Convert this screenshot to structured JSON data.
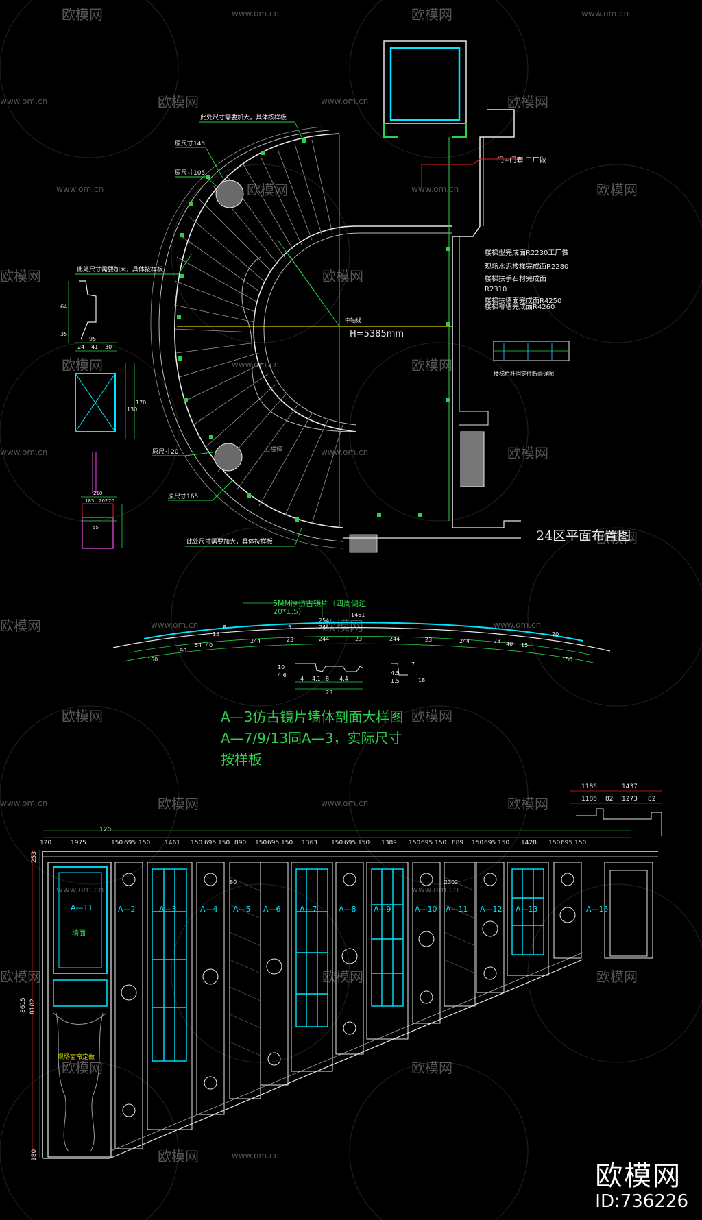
{
  "plan": {
    "title": "24区平面布置图",
    "radius_label": "H=5385mm",
    "center_label": "中轴线",
    "notes_left": [
      "此处尺寸需要加大，具体按样板",
      "原尺寸145",
      "原尺寸105",
      "此处尺寸需要加大，具体按样板",
      "原尺寸20",
      "原尺寸165",
      "此处尺寸需要加大，具体按样板"
    ],
    "door_note": "门+门套 工厂做",
    "stair_notes": [
      "楼梯型完成面R2230工厂做",
      "现场水泥楼梯完成面R2280",
      "楼梯扶手石材完成面",
      "R2310",
      "楼梯扶墙面完成面R4250",
      "楼梯幕墙完成面R4260"
    ],
    "inner_label": "上楼梯",
    "side_section_label": "楼梯栏杆固定件断面详图",
    "detail_dims": [
      "64",
      "95",
      "24",
      "41",
      "30",
      "35",
      "170",
      "130",
      "210",
      "185",
      "202",
      "20",
      "55"
    ]
  },
  "section": {
    "note": "5MM厚仿古镜片（四周倒边",
    "note2": "20*1.5）",
    "dims_top": [
      "1461",
      "254",
      "244",
      "8",
      "5",
      "20"
    ],
    "dims_row": [
      "15",
      "244",
      "23",
      "244",
      "23",
      "244",
      "23",
      "244",
      "23",
      "40",
      "15"
    ],
    "dims_low": [
      "90",
      "54",
      "40",
      "150",
      "150"
    ],
    "profile_dims": [
      "10",
      "4.6",
      "4",
      "4.1",
      "8",
      "4.4",
      "23",
      "7",
      "4.5",
      "1.5",
      "18"
    ],
    "caption": [
      "A—3仿古镜片墙体剖面大样图",
      "A—7/9/13同A—3，实际尺寸",
      "按样板"
    ]
  },
  "elevation": {
    "top_dims": [
      "120",
      "1975",
      "150",
      "695",
      "150",
      "1461",
      "150",
      "695",
      "150",
      "890",
      "150",
      "695",
      "150",
      "1363",
      "150",
      "695",
      "150",
      "1389",
      "150",
      "695",
      "150",
      "889",
      "150",
      "695",
      "150",
      "1428",
      "150",
      "695",
      "150"
    ],
    "extra_top": "120",
    "right_dims_1": [
      "1186",
      "1437"
    ],
    "right_dims_2": [
      "1186",
      "82",
      "1273",
      "82"
    ],
    "left_dims": [
      "253",
      "8615",
      "8182",
      "180"
    ],
    "panel_labels": [
      "A—11",
      "A—2",
      "A—3",
      "A—4",
      "A—5",
      "A—6",
      "A—7",
      "A—8",
      "A—9",
      "A—10",
      "A—11",
      "A—12",
      "A—13",
      "A—15"
    ],
    "door_text": "墙面",
    "curtain_text": "现场窗帘定做",
    "small_dims": [
      "80",
      "2302"
    ]
  },
  "watermark": {
    "url": "www.om.cn",
    "brand": "欧模网"
  },
  "badge": {
    "brand": "欧模网",
    "id": "ID:736226"
  },
  "colors": {
    "cyan": "#00e5ff",
    "green": "#2bd04b",
    "red": "#e01e1e",
    "white": "#e8e8e8",
    "yellow": "#d6d600",
    "magenta": "#c040c0"
  }
}
